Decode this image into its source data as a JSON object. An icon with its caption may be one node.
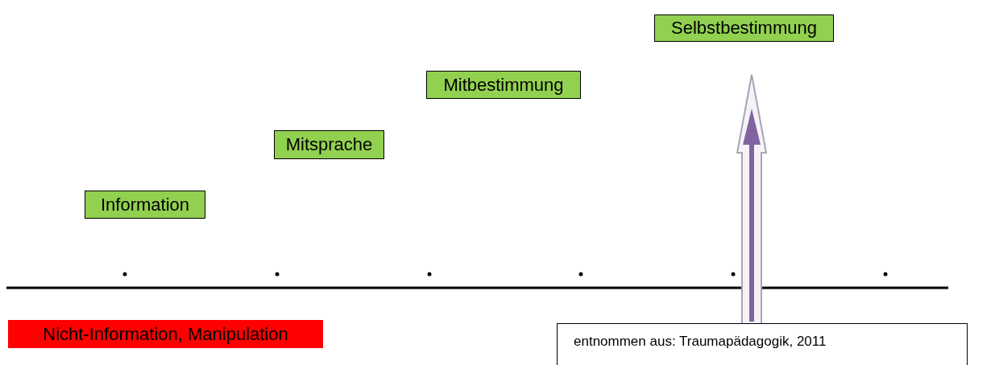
{
  "diagram": {
    "nodes": [
      {
        "text": [
          "Information"
        ]
      },
      {
        "text": [
          "Mitsprache"
        ]
      },
      {
        "text": [
          "Mitbestimmung"
        ]
      },
      {
        "text": [
          "Selbstbestimmung"
        ]
      },
      {
        "text": [
          "Nicht-Information, Manipulation"
        ]
      },
      {
        "text": [
          "entnommen aus: Traumapädagogik, 2011"
        ]
      }
    ]
  }
}
